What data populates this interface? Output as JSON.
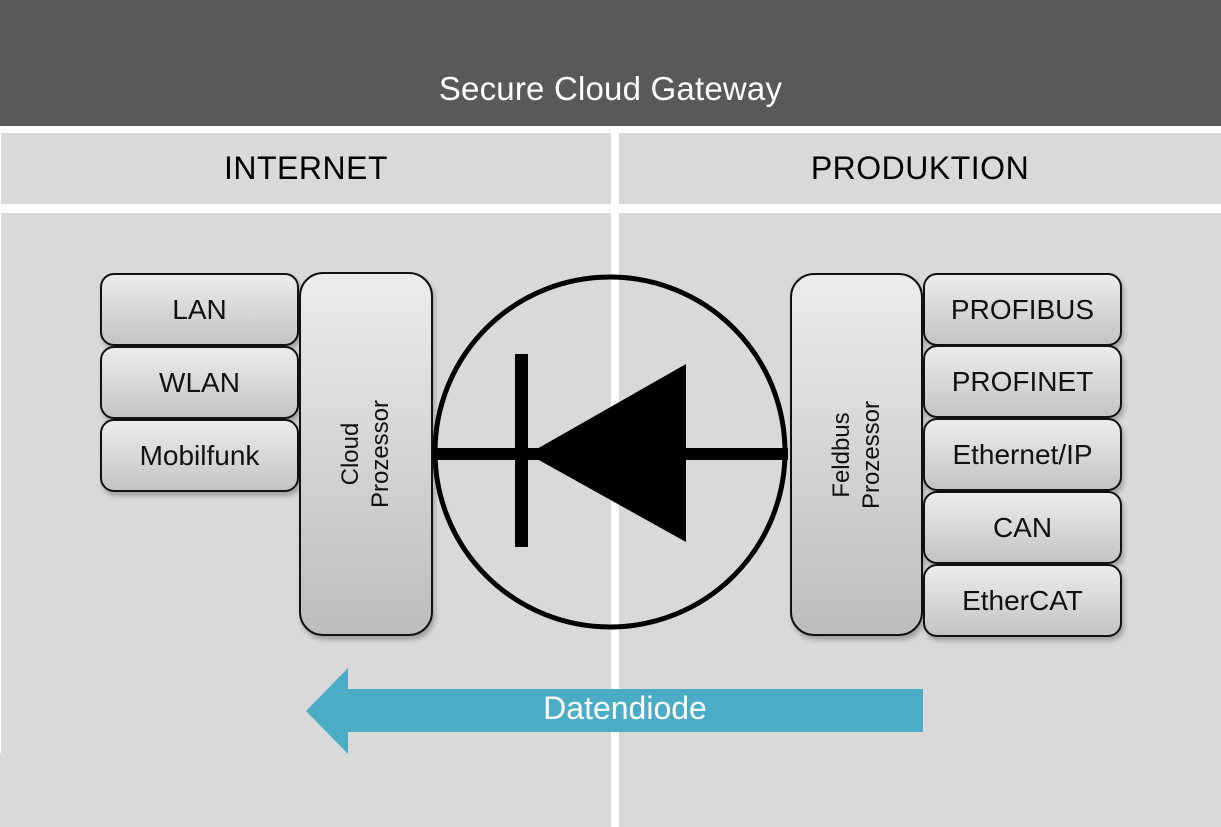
{
  "header": {
    "title": "Secure Cloud Gateway"
  },
  "zones": {
    "left": {
      "label": "INTERNET"
    },
    "right": {
      "label": "PRODUKTION"
    }
  },
  "internet_interfaces": [
    "LAN",
    "WLAN",
    "Mobilfunk"
  ],
  "cloud_processor": {
    "line1": "Cloud",
    "line2": "Prozessor"
  },
  "fieldbus_processor": {
    "line1": "Feldbus",
    "line2": "Prozessor"
  },
  "fieldbus_interfaces": [
    "PROFIBUS",
    "PROFINET",
    "Ethernet/IP",
    "CAN",
    "EtherCAT"
  ],
  "data_flow": {
    "label": "Datendiode",
    "direction": "right-to-left",
    "color": "#4bacc6"
  },
  "diode_symbol": {
    "name": "diode-symbol",
    "orientation": "cathode-left"
  },
  "colors": {
    "header_bg": "#595959",
    "panel_bg": "#d9d9d9",
    "arrow": "#4bacc6"
  }
}
